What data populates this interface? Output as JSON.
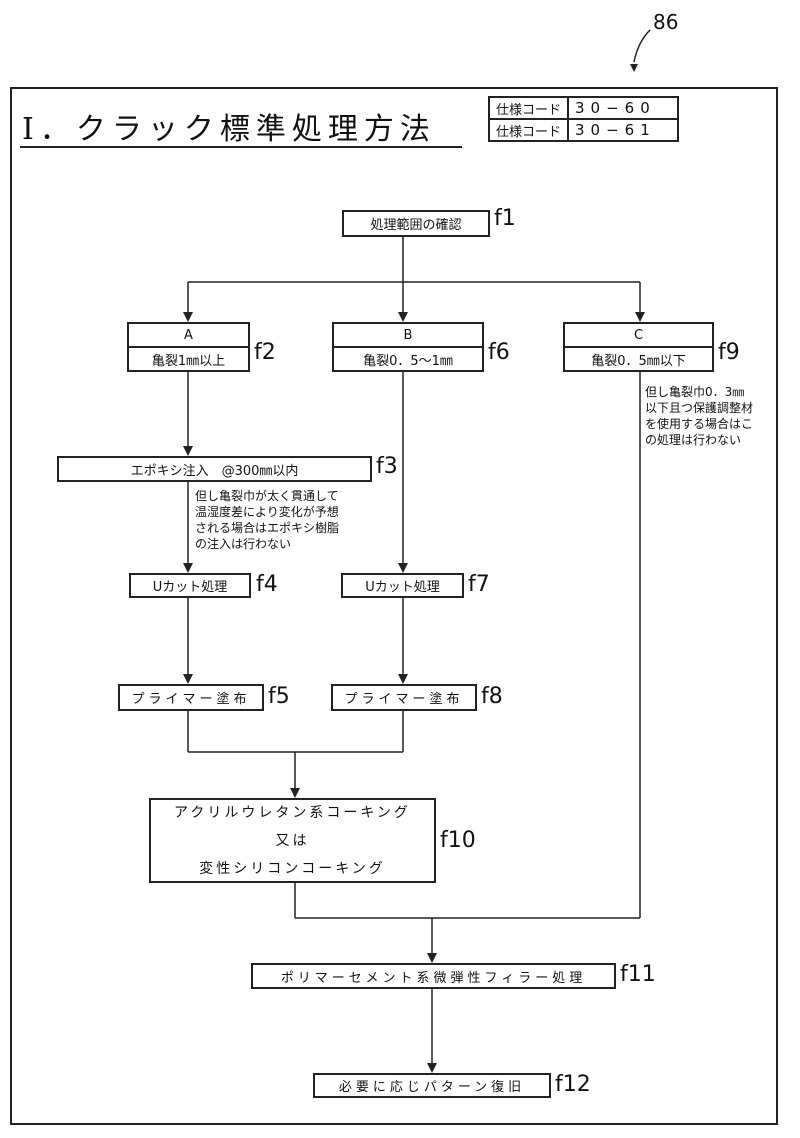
{
  "figure_number": "86",
  "title": "I．クラック標準処理方法",
  "spec_table": [
    {
      "key": "仕様コード",
      "value": "30−60"
    },
    {
      "key": "仕様コード",
      "value": "30−61"
    }
  ],
  "steps": {
    "f1": {
      "text": "処理範囲の確認",
      "label": "f1"
    },
    "f2": {
      "head": "A",
      "text": "亀裂1㎜以上",
      "label": "f2"
    },
    "f6": {
      "head": "B",
      "text": "亀裂0．5〜1㎜",
      "label": "f6"
    },
    "f9": {
      "head": "C",
      "text": "亀裂0．5㎜以下",
      "label": "f9"
    },
    "f3": {
      "text": "エポキシ注入　@300㎜以内",
      "label": "f3"
    },
    "f4": {
      "text": "Uカット処理",
      "label": "f4"
    },
    "f7": {
      "text": "Uカット処理",
      "label": "f7"
    },
    "f5": {
      "text": "プライマー塗布",
      "label": "f5"
    },
    "f8": {
      "text": "プライマー塗布",
      "label": "f8"
    },
    "f10": {
      "line1": "アクリルウレタン系コーキング",
      "line2": "又は",
      "line3": "変性シリコンコーキング",
      "label": "f10"
    },
    "f11": {
      "text": "ポリマーセメント系微弾性フィラー処理",
      "label": "f11"
    },
    "f12": {
      "text": "必要に応じパターン復旧",
      "label": "f12"
    }
  },
  "notes": {
    "note_c": [
      "但し亀裂巾0．3㎜",
      "以下且つ保護調整材",
      "を使用する場合はこ",
      "の処理は行わない"
    ],
    "note_f3": [
      "但し亀裂巾が太く貫通して",
      "温湿度差により変化が予想",
      "される場合はエポキシ樹脂",
      "の注入は行わない"
    ]
  }
}
